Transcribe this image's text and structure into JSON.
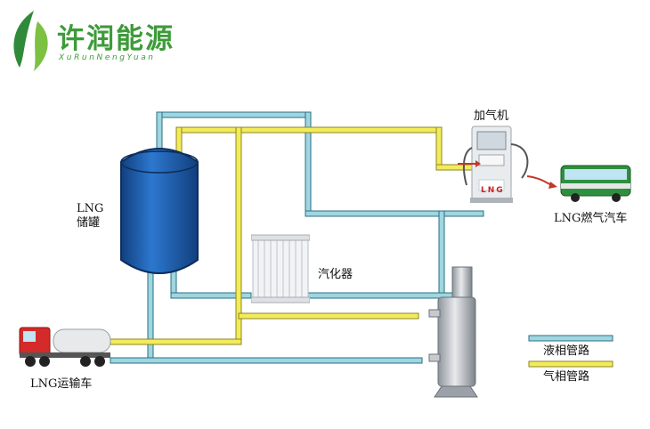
{
  "brand": {
    "name_cn": "许润能源",
    "name_en": "XuRunNengYuan"
  },
  "labels": {
    "tank_line1": "LNG",
    "tank_line2": "储罐",
    "dispenser": "加气机",
    "bus": "LNG燃气汽车",
    "vaporizer": "汽化器",
    "truck": "LNG运输车",
    "dispenser_screen": "LNG"
  },
  "legend": {
    "liquid": "液相管路",
    "gas": "气相管路"
  },
  "colors": {
    "liquid_pipe": "#9fd6df",
    "liquid_pipe_stroke": "#2a6f84",
    "gas_pipe": "#f3ec5a",
    "gas_pipe_stroke": "#8c8420",
    "tank": "#1f63b5",
    "brand": "#3e9b3a",
    "arrow": "#c0392b"
  }
}
